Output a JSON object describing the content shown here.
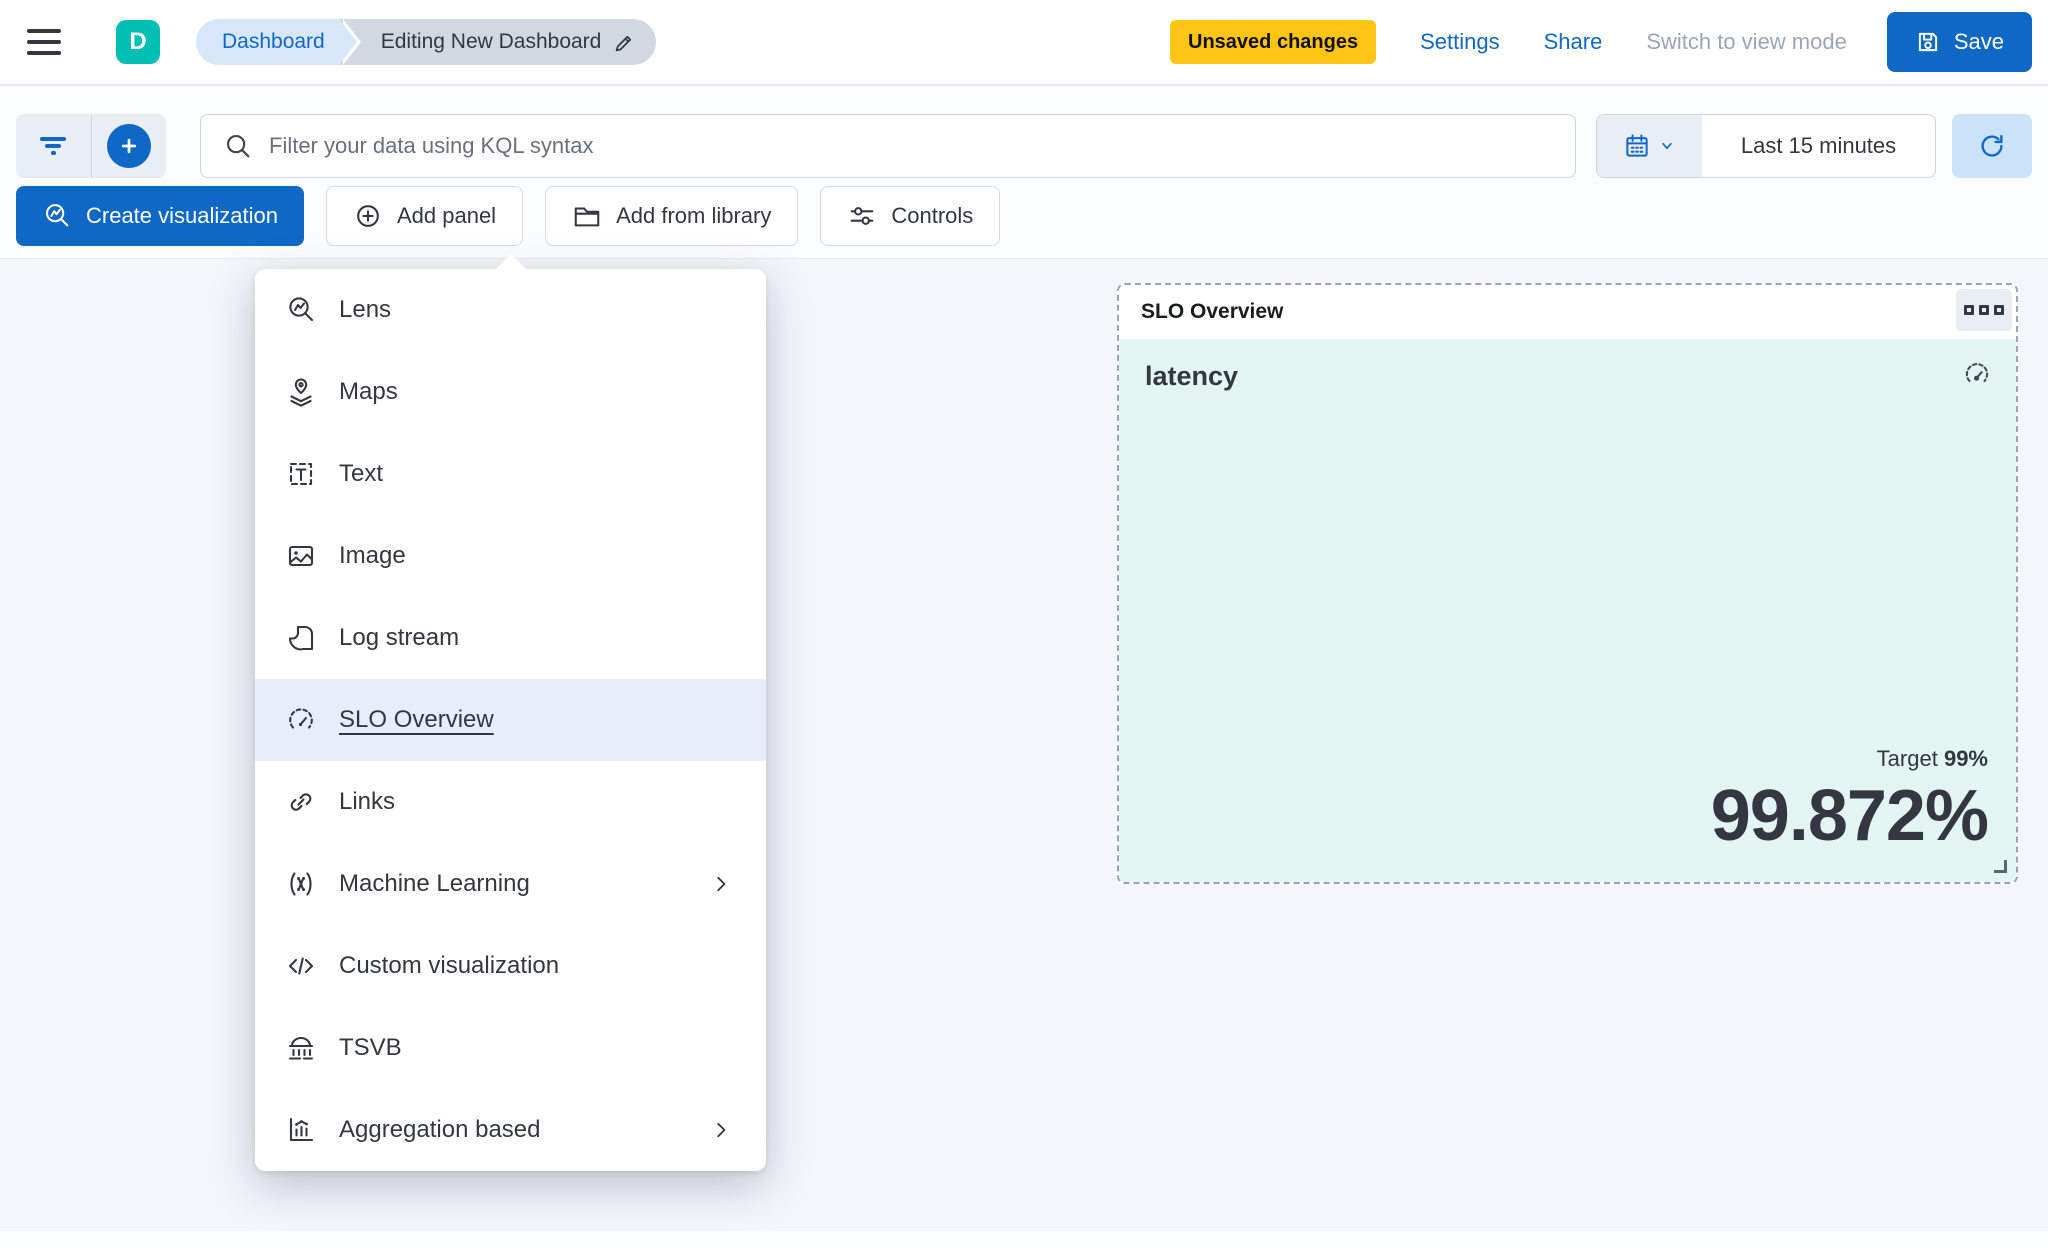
{
  "header": {
    "logo_letter": "D",
    "breadcrumbs": {
      "first": "Dashboard",
      "last": "Editing New Dashboard"
    },
    "unsaved_badge": "Unsaved changes",
    "settings_label": "Settings",
    "share_label": "Share",
    "view_mode_label": "Switch to view mode",
    "save_label": "Save"
  },
  "filter_bar": {
    "kql_placeholder": "Filter your data using KQL syntax",
    "time_range": "Last 15 minutes"
  },
  "actions": {
    "create_visualization": "Create visualization",
    "add_panel": "Add panel",
    "add_from_library": "Add from library",
    "controls": "Controls"
  },
  "panel_menu": {
    "items": [
      {
        "label": "Lens",
        "icon": "lens-icon"
      },
      {
        "label": "Maps",
        "icon": "maps-icon"
      },
      {
        "label": "Text",
        "icon": "text-icon"
      },
      {
        "label": "Image",
        "icon": "image-icon"
      },
      {
        "label": "Log stream",
        "icon": "log-stream-icon"
      },
      {
        "label": "SLO Overview",
        "icon": "gauge-icon",
        "highlighted": true
      },
      {
        "label": "Links",
        "icon": "link-icon"
      },
      {
        "label": "Machine Learning",
        "icon": "machine-learning-icon",
        "submenu": true
      },
      {
        "label": "Custom visualization",
        "icon": "code-icon"
      },
      {
        "label": "TSVB",
        "icon": "tsvb-icon"
      },
      {
        "label": "Aggregation based",
        "icon": "aggregation-icon",
        "submenu": true
      }
    ]
  },
  "slo_panel": {
    "title": "SLO Overview",
    "name": "latency",
    "target_label": "Target",
    "target_value": "99%",
    "sli_value": "99.872%"
  },
  "colors": {
    "primary": "#0f68c6",
    "teal_brand": "#00bfb3",
    "warning_badge": "#fec514",
    "mint_panel_bg": "#e2f5f2",
    "menu_highlight": "#e7eef9",
    "text": "#343741"
  }
}
